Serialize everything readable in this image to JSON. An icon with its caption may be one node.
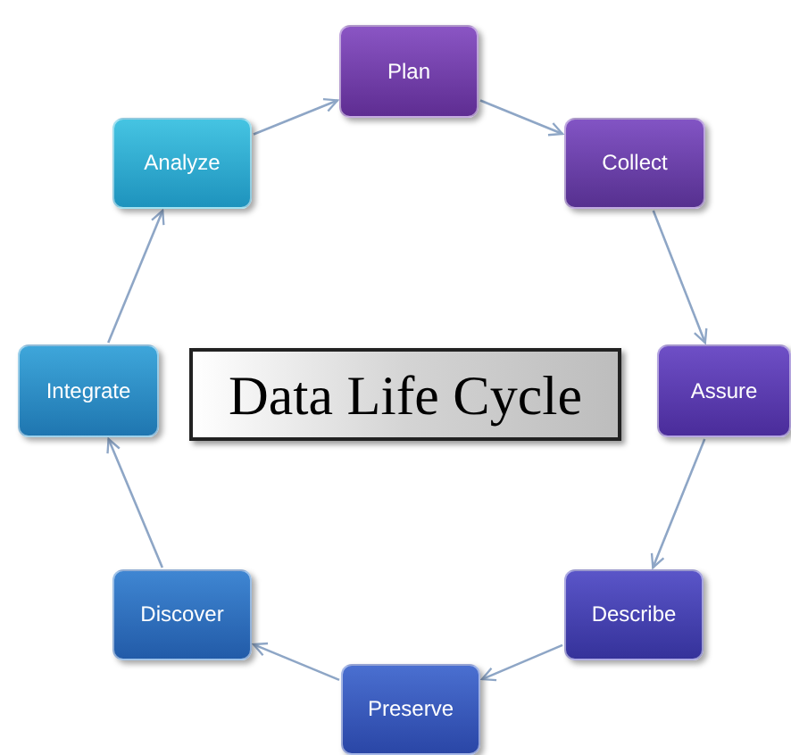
{
  "diagram": {
    "title": "Data Life Cycle",
    "nodes": [
      {
        "text": [
          "Plan"
        ]
      },
      {
        "text": [
          "Collect"
        ]
      },
      {
        "text": [
          "Assure"
        ]
      },
      {
        "text": [
          "Describe"
        ]
      },
      {
        "text": [
          "Preserve"
        ]
      },
      {
        "text": [
          "Discover"
        ]
      },
      {
        "text": [
          "Integrate"
        ]
      },
      {
        "text": [
          "Analyze"
        ]
      }
    ],
    "edges": [
      {
        "from": 0,
        "to": 1,
        "arrow": "to"
      },
      {
        "from": 1,
        "to": 2,
        "arrow": "to"
      },
      {
        "from": 2,
        "to": 3,
        "arrow": "to"
      },
      {
        "from": 3,
        "to": 4,
        "arrow": "to"
      },
      {
        "from": 4,
        "to": 5,
        "arrow": "to"
      },
      {
        "from": 5,
        "to": 6,
        "arrow": "to"
      },
      {
        "from": 6,
        "to": 7,
        "arrow": "to"
      },
      {
        "from": 7,
        "to": 0,
        "arrow": "to"
      }
    ]
  }
}
